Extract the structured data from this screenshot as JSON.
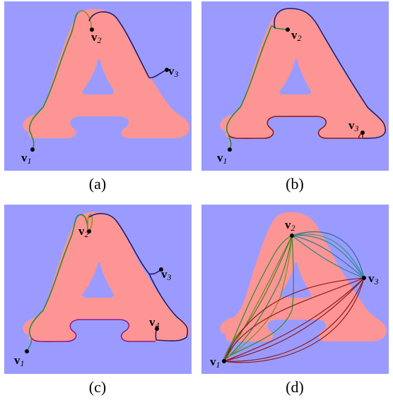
{
  "colors": {
    "background": "#9b9bff",
    "glyph": "#fe9595",
    "green": "#2e8a2e",
    "navy": "#1e1e6e",
    "maroon": "#8c1a1a",
    "purple": "#8a1e8a",
    "teal": "#2a8a8a",
    "yellowgreen": "#8a8a1a",
    "point": "#000000"
  },
  "panels": [
    {
      "caption": "(a)",
      "vertices": [
        {
          "letter": "v",
          "index": "2"
        },
        {
          "letter": "v",
          "index": "3"
        },
        {
          "letter": "v",
          "index": "1"
        }
      ]
    },
    {
      "caption": "(b)",
      "vertices": [
        {
          "letter": "v",
          "index": "2"
        },
        {
          "letter": "v",
          "index": "3"
        },
        {
          "letter": "v",
          "index": "1"
        }
      ]
    },
    {
      "caption": "(c)",
      "vertices": [
        {
          "letter": "v",
          "index": "2"
        },
        {
          "letter": "v",
          "index": "3"
        },
        {
          "letter": "v",
          "index": "4"
        },
        {
          "letter": "v",
          "index": "1"
        }
      ]
    },
    {
      "caption": "(d)",
      "vertices": [
        {
          "letter": "v",
          "index": "2"
        },
        {
          "letter": "v",
          "index": "3"
        },
        {
          "letter": "v",
          "index": "1"
        }
      ]
    }
  ]
}
